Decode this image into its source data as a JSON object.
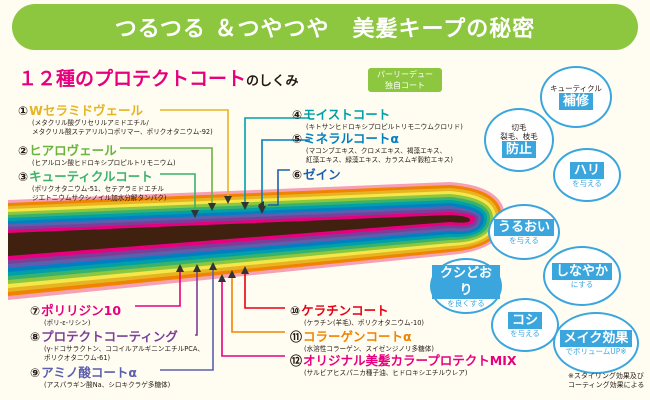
{
  "title": "つるつる ＆つやつや　美髪キープの秘密",
  "subtitle": {
    "main": "１２種のプロテクトコート",
    "suffix": "のしくみ"
  },
  "badge": {
    "line1": "パーリーデュー",
    "line2": "独自コート"
  },
  "colors": {
    "header": "#8dc63f",
    "accent": "#e6007e",
    "bubble": "#3aa6dd",
    "hair": "#40210f"
  },
  "items": [
    {
      "num": "①",
      "title": "Wセラミドヴェール",
      "color": "#e6b422",
      "desc1": "(メタクリル酸グリセリルアミドエチル/",
      "desc2": "メタクリル酸ステアリル)コポリマー、ポリクオタニウム-92)"
    },
    {
      "num": "②",
      "title": "ヒアロヴェール",
      "color": "#6ab43e",
      "desc1": "(ヒアルロン酸ヒドロキシプロピルトリモニウム)",
      "desc2": ""
    },
    {
      "num": "③",
      "title": "キューティクルコート",
      "color": "#3ab26b",
      "desc1": "(ポリクオタニウム-51、セテアラミドエチル",
      "desc2": "ジエトニウムサクシノイル加水分解タンパク)"
    },
    {
      "num": "④",
      "title": "モイストコート",
      "color": "#00a0a8",
      "desc1": "(キトサンヒドロキシプロピルトリモニウムクロリド)",
      "desc2": ""
    },
    {
      "num": "⑤",
      "title": "ミネラルコートα",
      "color": "#0080c0",
      "desc1": "(マコンブエキス、クロメエキス、褐藻エキス、",
      "desc2": "紅藻エキス、緑藻エキス、カラスムギ穀粒エキス)"
    },
    {
      "num": "⑥",
      "title": "ゼイン",
      "color": "#1d5fae",
      "desc1": "",
      "desc2": ""
    },
    {
      "num": "⑦",
      "title": "ポリリジン10",
      "color": "#e6007e",
      "desc1": "(ポリ-ε-リシン)",
      "desc2": ""
    },
    {
      "num": "⑧",
      "title": "プロテクトコーティング",
      "color": "#7b3f98",
      "desc1": "(γ-ドコサラクトン、ココイルアルギニンエチルPCA、",
      "desc2": "ポリクオタニウム-61)"
    },
    {
      "num": "⑨",
      "title": "アミノ酸コートα",
      "color": "#5b5fad",
      "desc1": "(アスパラギン酸Na、シロキクラゲ多糖体)",
      "desc2": ""
    },
    {
      "num": "⑩",
      "title": "ケラチンコート",
      "color": "#e60012",
      "desc1": "(ケラチン(羊毛)、ポリクオタニウム-10)",
      "desc2": ""
    },
    {
      "num": "⑪",
      "title": "コラーゲンコートα",
      "color": "#f08300",
      "desc1": "(水溶性コラーゲン、スイゼンジノリ多糖体)",
      "desc2": ""
    },
    {
      "num": "⑫",
      "title": "オリジナル美髪カラープロテクトMIX",
      "color": "#e6007e",
      "desc1": "(サルビアヒスパニカ種子油、ヒドロキシエチルウレア)",
      "desc2": ""
    }
  ],
  "bubbles": [
    {
      "name": "cuticle-repair",
      "small_top": "キューティクル",
      "big": "補修",
      "small_bottom": ""
    },
    {
      "name": "split-ends-prevention",
      "small_top": "切毛\n裂毛、枝毛",
      "big": "防止",
      "small_bottom": ""
    },
    {
      "name": "firmness",
      "small_top": "",
      "big": "ハリ",
      "small_bottom": "を与える"
    },
    {
      "name": "moisture",
      "small_top": "",
      "big": "うるおい",
      "small_bottom": "を与える"
    },
    {
      "name": "combability",
      "small_top": "",
      "big": "クシどおり",
      "small_bottom": "を良くする"
    },
    {
      "name": "suppleness",
      "small_top": "",
      "big": "しなやか",
      "small_bottom": "にする"
    },
    {
      "name": "body",
      "small_top": "",
      "big": "コシ",
      "small_bottom": "を与える"
    },
    {
      "name": "styling-effect",
      "small_top": "",
      "big": "メイク効果",
      "small_bottom": "でボリュームUP※"
    }
  ],
  "note": {
    "line1": "※スタイリング効果及び",
    "line2": "コーティング効果による"
  }
}
